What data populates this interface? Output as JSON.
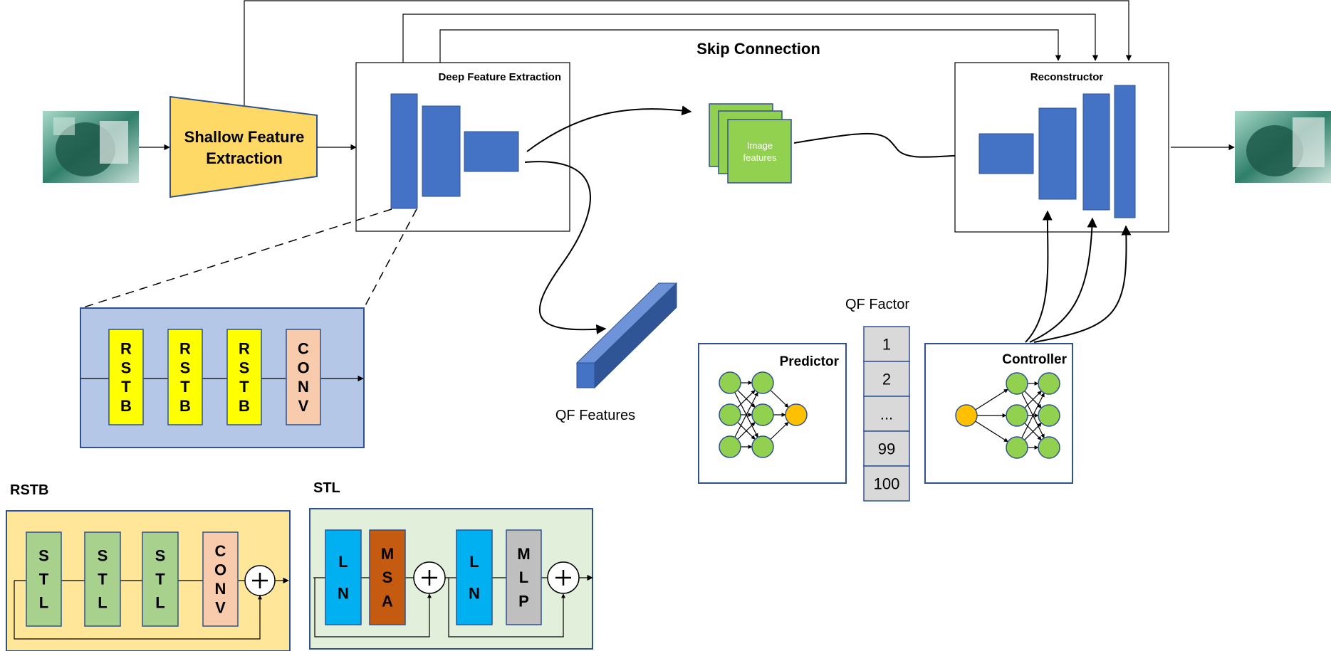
{
  "labels": {
    "skip_connection": "Skip Connection",
    "shallow_line1": "Shallow Feature",
    "shallow_line2": "Extraction",
    "deep_feature_extraction": "Deep Feature Extraction",
    "reconstructor": "Reconstructor",
    "image_features_line1": "Image",
    "image_features_line2": "features",
    "qf_features": "QF Features",
    "qf_factor": "QF Factor",
    "predictor": "Predictor",
    "controller": "Controller",
    "rstb_title": "RSTB",
    "stl_title": "STL"
  },
  "qf_factor_values": [
    "1",
    "2",
    "...",
    "99",
    "100"
  ],
  "deep_expansion_blocks": [
    [
      "R",
      "S",
      "T",
      "B"
    ],
    [
      "R",
      "S",
      "T",
      "B"
    ],
    [
      "R",
      "S",
      "T",
      "B"
    ],
    [
      "C",
      "O",
      "N",
      "V"
    ]
  ],
  "rstb_blocks": [
    [
      "S",
      "T",
      "L"
    ],
    [
      "S",
      "T",
      "L"
    ],
    [
      "S",
      "T",
      "L"
    ],
    [
      "C",
      "O",
      "N",
      "V"
    ]
  ],
  "stl_blocks": [
    [
      "L",
      "N"
    ],
    [
      "M",
      "S",
      "A"
    ],
    [
      "L",
      "N"
    ],
    [
      "M",
      "L",
      "P"
    ]
  ],
  "colors": {
    "blue_block": "#4472c4",
    "dark_blue_border": "#2f528f",
    "shallow_fill": "#ffd966",
    "image_feature_green": "#92d050",
    "node_green": "#92d050",
    "node_orange": "#ffc000",
    "rstb_fill": "#ffff00",
    "conv_fill": "#f8cbad",
    "expansion_bg": "#b4c7e7",
    "rstb_bg": "#ffe699",
    "stl_bg": "#e2efda",
    "stl_green": "#a9d18e",
    "ln_cyan": "#00b0f0",
    "msa_orange": "#c55a11",
    "mlp_gray": "#bfbfbf",
    "qf_cell": "#d9d9d9"
  },
  "icons": {
    "input_image": "input-camera-frame-image",
    "output_image": "output-camera-frame-image",
    "plus": "plus-circle-icon"
  }
}
